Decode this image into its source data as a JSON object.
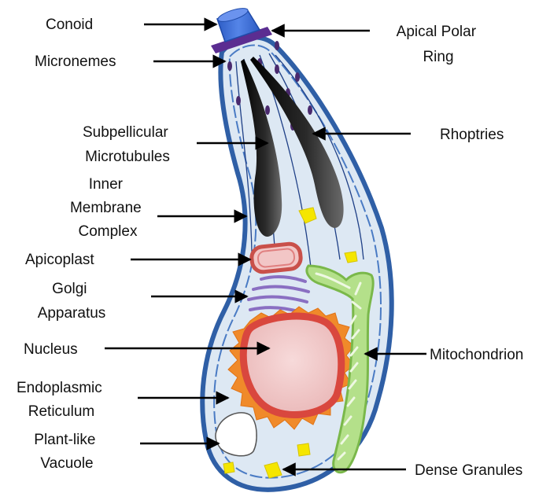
{
  "labels": {
    "conoid": "Conoid",
    "apical_polar_ring": [
      "Apical Polar",
      "Ring"
    ],
    "micronemes": "Micronemes",
    "subpellicular_microtubules": [
      "Subpellicular",
      "Microtubules"
    ],
    "rhoptries": "Rhoptries",
    "inner_membrane_complex": [
      "Inner",
      "Membrane",
      "Complex"
    ],
    "apicoplast": "Apicoplast",
    "golgi_apparatus": [
      "Golgi",
      "Apparatus"
    ],
    "nucleus": "Nucleus",
    "mitochondrion": "Mitochondrion",
    "endoplasmic_reticulum": [
      "Endoplasmic",
      "Reticulum"
    ],
    "plant_like_vacuole": [
      "Plant-like",
      "Vacuole"
    ],
    "dense_granules": "Dense Granules"
  },
  "colors": {
    "cytoplasm": "#dde8f3",
    "membrane": "#2f5fa6",
    "conoid": "#3d6fd6",
    "polar_ring": "#5b2d91",
    "micronemes": "#4a2a6e",
    "rhoptries": "#1a1a1a",
    "apicoplast": "#c9504a",
    "golgi": "#8a6fc2",
    "nucleus_fill": "#f2c9c9",
    "nucleus_envelope": "#d9473e",
    "er": "#f08a2a",
    "mitochondrion": "#9fd36b",
    "vacuole": "#ffffff",
    "dense_granules": "#f5e600",
    "arrows": "#000000"
  }
}
